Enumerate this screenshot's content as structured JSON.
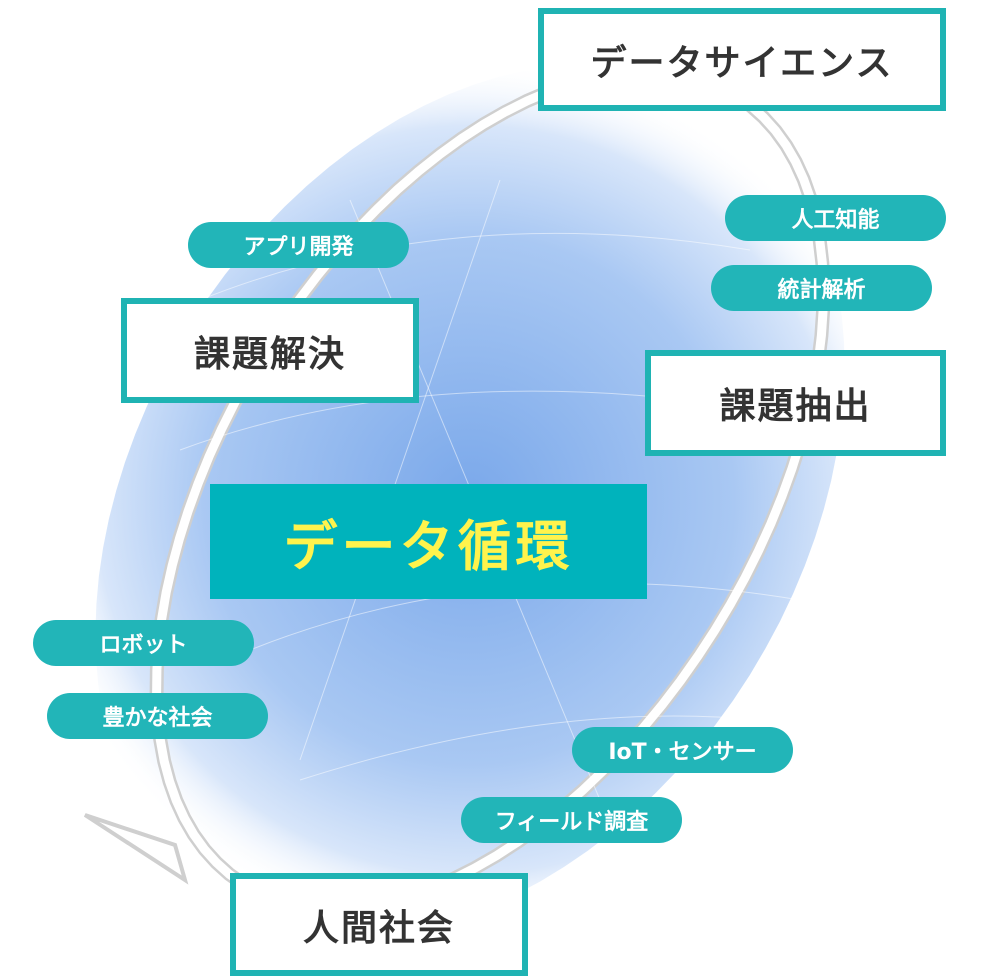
{
  "center": {
    "label": "データ循環"
  },
  "boxes": {
    "data_science": "データサイエンス",
    "problem_solving": "課題解決",
    "problem_extraction": "課題抽出",
    "human_society": "人間社会"
  },
  "pills": {
    "app_dev": "アプリ開発",
    "ai": "人工知能",
    "stats": "統計解析",
    "robot": "ロボット",
    "rich_society": "豊かな社会",
    "iot": "IoT・センサー",
    "field": "フィールド調査"
  },
  "colors": {
    "teal": "#1fb3b3",
    "yellow": "#fff34c",
    "globe": "#8fb9ee"
  }
}
